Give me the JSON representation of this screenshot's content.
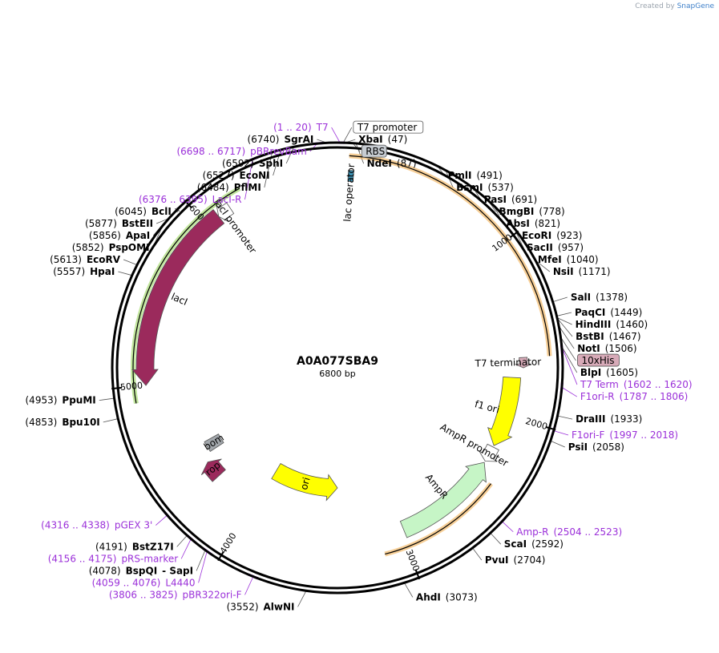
{
  "credit": {
    "prefix": "Created by",
    "brand": "SnapGene"
  },
  "plasmid": {
    "name": "A0A077SBA9",
    "size": "6800 bp",
    "length": 6800
  },
  "ticks": [
    {
      "pos": 1000,
      "label": "1000"
    },
    {
      "pos": 2000,
      "label": "2000"
    },
    {
      "pos": 3000,
      "label": "3000"
    },
    {
      "pos": 4000,
      "label": "4000"
    },
    {
      "pos": 5000,
      "label": "5000"
    },
    {
      "pos": 6000,
      "label": "6000"
    }
  ],
  "sites": [
    {
      "name": "SgrAI",
      "pos": "(6740)",
      "bp": 6740,
      "side": "L",
      "type": "enzyme"
    },
    {
      "name": "XbaI",
      "pos": "(47)",
      "bp": 47,
      "side": "R",
      "type": "enzyme"
    },
    {
      "name": "NdeI",
      "pos": "(87)",
      "bp": 87,
      "side": "R",
      "type": "enzyme"
    },
    {
      "name": "PmlI",
      "pos": "(491)",
      "bp": 491,
      "side": "R",
      "type": "enzyme"
    },
    {
      "name": "BsmI",
      "pos": "(537)",
      "bp": 537,
      "side": "R",
      "type": "enzyme"
    },
    {
      "name": "PasI",
      "pos": "(691)",
      "bp": 691,
      "side": "R",
      "type": "enzyme"
    },
    {
      "name": "BmgBI",
      "pos": "(778)",
      "bp": 778,
      "side": "R",
      "type": "enzyme"
    },
    {
      "name": "AbsI",
      "pos": "(821)",
      "bp": 821,
      "side": "R",
      "type": "enzyme"
    },
    {
      "name": "EcoRI",
      "pos": "(923)",
      "bp": 923,
      "side": "R",
      "type": "enzyme"
    },
    {
      "name": "SacII",
      "pos": "(957)",
      "bp": 957,
      "side": "R",
      "type": "enzyme"
    },
    {
      "name": "MfeI",
      "pos": "(1040)",
      "bp": 1040,
      "side": "R",
      "type": "enzyme"
    },
    {
      "name": "NsiI",
      "pos": "(1171)",
      "bp": 1171,
      "side": "R",
      "type": "enzyme"
    },
    {
      "name": "SalI",
      "pos": "(1378)",
      "bp": 1378,
      "side": "R",
      "type": "enzyme"
    },
    {
      "name": "PaqCI",
      "pos": "(1449)",
      "bp": 1449,
      "side": "R",
      "type": "enzyme"
    },
    {
      "name": "HindIII",
      "pos": "(1460)",
      "bp": 1460,
      "side": "R",
      "type": "enzyme"
    },
    {
      "name": "BstBI",
      "pos": "(1467)",
      "bp": 1467,
      "side": "R",
      "type": "enzyme"
    },
    {
      "name": "NotI",
      "pos": "(1506)",
      "bp": 1506,
      "side": "R",
      "type": "enzyme"
    },
    {
      "name": "BlpI",
      "pos": "(1605)",
      "bp": 1605,
      "side": "R",
      "type": "enzyme"
    },
    {
      "name": "DraIII",
      "pos": "(1933)",
      "bp": 1933,
      "side": "R",
      "type": "enzyme"
    },
    {
      "name": "PsiI",
      "pos": "(2058)",
      "bp": 2058,
      "side": "R",
      "type": "enzyme"
    },
    {
      "name": "ScaI",
      "pos": "(2592)",
      "bp": 2592,
      "side": "R",
      "type": "enzyme"
    },
    {
      "name": "PvuI",
      "pos": "(2704)",
      "bp": 2704,
      "side": "R",
      "type": "enzyme"
    },
    {
      "name": "AhdI",
      "pos": "(3073)",
      "bp": 3073,
      "side": "R",
      "type": "enzyme"
    },
    {
      "name": "AlwNI",
      "pos": "(3552)",
      "bp": 3552,
      "side": "L",
      "type": "enzyme"
    },
    {
      "name": "BspQI",
      "pos": "(4078)",
      "bp": 4078,
      "side": "L",
      "type": "enzyme",
      "extra": "-  SapI"
    },
    {
      "name": "BstZ17I",
      "pos": "(4191)",
      "bp": 4191,
      "side": "L",
      "type": "enzyme"
    },
    {
      "name": "Bpu10I",
      "pos": "(4853)",
      "bp": 4853,
      "side": "L",
      "type": "enzyme"
    },
    {
      "name": "PpuMI",
      "pos": "(4953)",
      "bp": 4953,
      "side": "L",
      "type": "enzyme"
    },
    {
      "name": "HpaI",
      "pos": "(5557)",
      "bp": 5557,
      "side": "L",
      "type": "enzyme"
    },
    {
      "name": "EcoRV",
      "pos": "(5613)",
      "bp": 5613,
      "side": "L",
      "type": "enzyme"
    },
    {
      "name": "PspOMI",
      "pos": "(5852)",
      "bp": 5852,
      "side": "L",
      "type": "enzyme"
    },
    {
      "name": "ApaI",
      "pos": "(5856)",
      "bp": 5856,
      "side": "L",
      "type": "enzyme"
    },
    {
      "name": "BstEII",
      "pos": "(5877)",
      "bp": 5877,
      "side": "L",
      "type": "enzyme"
    },
    {
      "name": "BclI *",
      "pos": "(6045)",
      "bp": 6045,
      "side": "L",
      "type": "enzyme"
    },
    {
      "name": "PflMI",
      "pos": "(6484)",
      "bp": 6484,
      "side": "L",
      "type": "enzyme"
    },
    {
      "name": "EcoNI",
      "pos": "(6527)",
      "bp": 6527,
      "side": "L",
      "type": "enzyme"
    },
    {
      "name": "SphI",
      "pos": "(6592)",
      "bp": 6592,
      "side": "L",
      "type": "enzyme"
    }
  ],
  "primers": [
    {
      "name": "T7",
      "pos": "(1 .. 20)",
      "bp": 10,
      "side": "L"
    },
    {
      "name": "pBRrevBam",
      "pos": "(6698 .. 6717)",
      "bp": 6707,
      "side": "L"
    },
    {
      "name": "LacI-R",
      "pos": "(6376 .. 6395)",
      "bp": 6385,
      "side": "L"
    },
    {
      "name": "T7 Term",
      "pos": "(1602 .. 1620)",
      "bp": 1611,
      "side": "R"
    },
    {
      "name": "F1ori-R",
      "pos": "(1787 .. 1806)",
      "bp": 1796,
      "side": "R"
    },
    {
      "name": "F1ori-F",
      "pos": "(1997 .. 2018)",
      "bp": 2007,
      "side": "R"
    },
    {
      "name": "Amp-R",
      "pos": "(2504 .. 2523)",
      "bp": 2513,
      "side": "R"
    },
    {
      "name": "pBR322ori-F",
      "pos": "(3806 .. 3825)",
      "bp": 3815,
      "side": "L"
    },
    {
      "name": "L4440",
      "pos": "(4059 .. 4076)",
      "bp": 4067,
      "side": "L"
    },
    {
      "name": "pRS-marker",
      "pos": "(4156 .. 4175)",
      "bp": 4165,
      "side": "L"
    },
    {
      "name": "pGEX 3'",
      "pos": "(4316 .. 4338)",
      "bp": 4327,
      "side": "L"
    }
  ],
  "boxed_features": [
    {
      "name": "T7 promoter",
      "bp": 30,
      "fill": "#ffffff"
    },
    {
      "name": "RBS",
      "bp": 70,
      "fill": "#c7ccd2"
    },
    {
      "name": "10xHis",
      "bp": 1560,
      "fill": "#d7aab8"
    }
  ],
  "features": [
    {
      "name": "lacI",
      "start": 5000,
      "end": 6080,
      "ring": 240,
      "color": "#9b2a5c",
      "width": 22,
      "dir": "ccw"
    },
    {
      "name": "lacI promoter",
      "start": 6080,
      "end": 6160,
      "ring": 240,
      "color": "#ffffff",
      "width": 16,
      "dir": "ccw"
    },
    {
      "name": "lac operator",
      "start": 60,
      "end": 90,
      "ring": 240,
      "color": "#3c8fb0",
      "width": 14,
      "dir": "none"
    },
    {
      "name": "T7 terminator",
      "start": 1640,
      "end": 1700,
      "ring": 232,
      "color": "#d7aab8",
      "width": 10,
      "dir": "cw"
    },
    {
      "name": "f1 ori",
      "start": 1760,
      "end": 2200,
      "ring": 218,
      "color": "#ffff00",
      "width": 22,
      "dir": "cw"
    },
    {
      "name": "AmpR promoter",
      "start": 2210,
      "end": 2310,
      "ring": 218,
      "color": "#ffffff",
      "width": 16,
      "dir": "cw"
    },
    {
      "name": "AmpR",
      "start": 2320,
      "end": 2980,
      "ring": 218,
      "color": "#c6f5c6",
      "width": 22,
      "dir": "ccw"
    },
    {
      "name": "ori",
      "start": 3400,
      "end": 3980,
      "ring": 150,
      "color": "#ffff00",
      "width": 22,
      "dir": "ccw"
    },
    {
      "name": "rop",
      "start": 4300,
      "end": 4420,
      "ring": 200,
      "color": "#9b2a5c",
      "width": 22,
      "dir": "cw"
    },
    {
      "name": "bom",
      "start": 4470,
      "end": 4550,
      "ring": 180,
      "color": "#a3a8ad",
      "width": 20,
      "dir": "none"
    }
  ],
  "orfs": [
    {
      "name": "orf-lacI",
      "start": 4910,
      "end": 6260,
      "ring": 255,
      "color": "#8fd14f"
    },
    {
      "name": "orf-main",
      "start": 60,
      "end": 1640,
      "ring": 265,
      "color": "#f0a742"
    },
    {
      "name": "orf-amp",
      "start": 2400,
      "end": 3130,
      "ring": 240,
      "color": "#f0a742"
    }
  ]
}
